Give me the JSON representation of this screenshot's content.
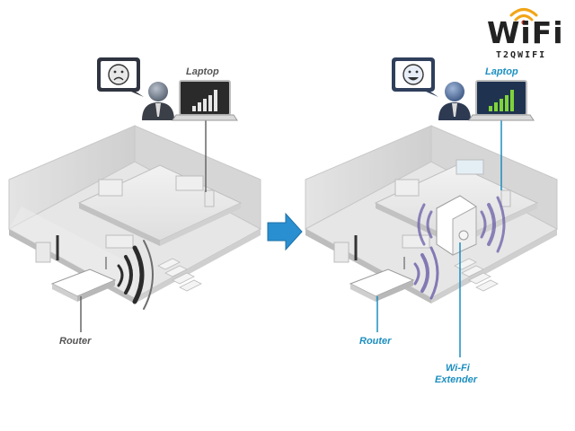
{
  "logo": {
    "word": "WiFi",
    "sub": "T2QWIFI",
    "accent": "#f2a516",
    "dot": "#e03020"
  },
  "left_scene": {
    "laptop_label": "Laptop",
    "router_label": "Router",
    "mood": "sad"
  },
  "right_scene": {
    "laptop_label": "Laptop",
    "router_label": "Router",
    "extender_label_line1": "Wi-Fi",
    "extender_label_line2": "Extender",
    "mood": "happy"
  },
  "colors": {
    "arrow": "#2a8fd0",
    "label_blue": "#1c8fc0",
    "label_dark": "#555555",
    "signal_green": "#7fd33a",
    "wave": "#333333",
    "wave_purple": "#6a5ea8"
  }
}
